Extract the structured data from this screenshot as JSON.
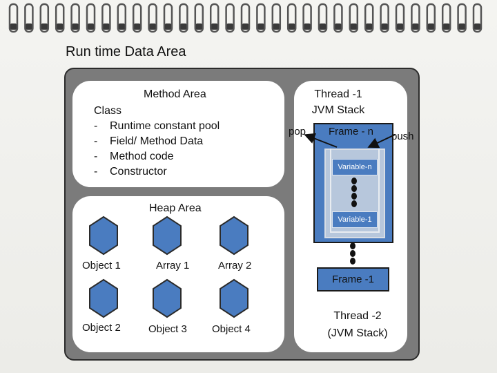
{
  "title": "Run time Data Area",
  "method_area": {
    "title": "Method Area",
    "class_label": "Class",
    "items": [
      {
        "dash": "-",
        "text": "Runtime constant pool"
      },
      {
        "dash": "-",
        "text": "Field/ Method Data"
      },
      {
        "dash": "-",
        "text": "Method code"
      },
      {
        "dash": "-",
        "text": "Constructor"
      }
    ]
  },
  "heap_area": {
    "title": "Heap Area",
    "objects": [
      {
        "label": "Object 1"
      },
      {
        "label": "Array 1"
      },
      {
        "label": "Array 2"
      },
      {
        "label": "Object 2"
      },
      {
        "label": "Object 3"
      },
      {
        "label": "Object 4"
      }
    ]
  },
  "stack": {
    "thread1_line1": "Thread -1",
    "thread1_line2": "JVM Stack",
    "frame_n": "Frame - n",
    "variable_n": "Variable-n",
    "variable_1": "Variable-1",
    "frame_1": "Frame -1",
    "pop": "pop",
    "push": "push",
    "thread2_line1": "Thread -2",
    "thread2_line2": "(JVM Stack)"
  },
  "colors": {
    "panel": "#7b7b7b",
    "box": "#4a7cc0",
    "hexagon": "#4a7cc0"
  }
}
